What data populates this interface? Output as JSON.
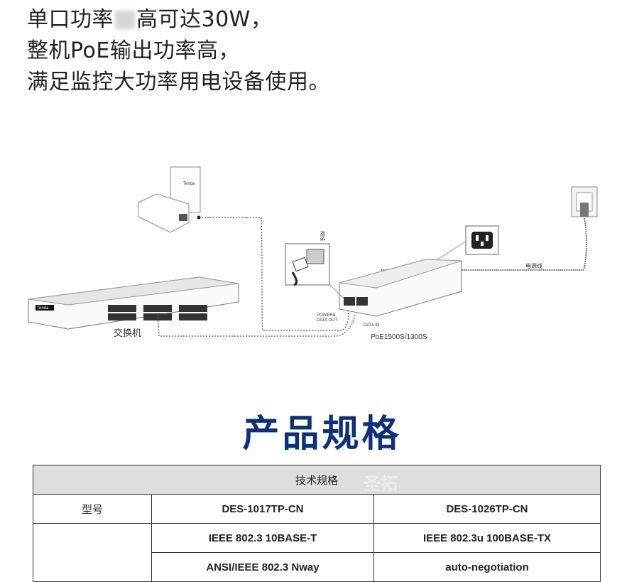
{
  "intro": {
    "line1_a": "单口功率",
    "line1_b": "高可达30W，",
    "line2": "整机PoE输出功率高，",
    "line3": "满足监控大功率用电设备使用。"
  },
  "diagram": {
    "switch_label": "交换机",
    "injector_label": "PoE1500S/1300S",
    "power_cable_label": "电源线",
    "network_label": "网线",
    "port_label_top": "POWER&",
    "port_label_bottom": "DATA OUT",
    "data_in_label": "DATA IN",
    "brand": "Tenda"
  },
  "section_title": "产品规格",
  "table": {
    "header": "技术规格",
    "watermark": "圣拓",
    "rows": [
      {
        "label": "型号",
        "col1": "DES-1017TP-CN",
        "col2": "DES-1026TP-CN"
      },
      {
        "label": "",
        "col1": "IEEE 802.3 10BASE-T",
        "col2": "IEEE 802.3u 100BASE-TX"
      },
      {
        "label": "",
        "col1": "ANSI/IEEE 802.3 Nway",
        "col2": "auto-negotiation"
      }
    ]
  }
}
